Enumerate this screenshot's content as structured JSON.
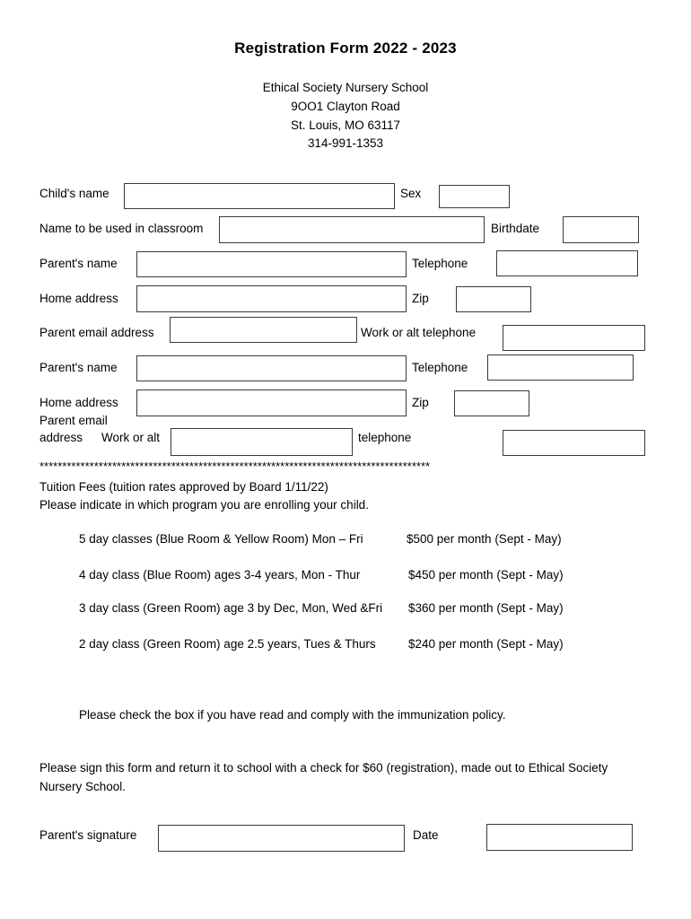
{
  "document": {
    "title": "Registration Form 2022 - 2023",
    "organization": {
      "name": "Ethical Society Nursery School",
      "street": "9OO1 Clayton Road",
      "city_state_zip": "St. Louis, MO 63117",
      "phone": "314-991-1353"
    }
  },
  "fields": {
    "child_name_label": "Child's name",
    "sex_label": "Sex",
    "classroom_name_label": "Name to be used in classroom",
    "birthdate_label": "Birthdate",
    "parent1_name_label": "Parent's name",
    "parent1_telephone_label": "Telephone",
    "parent1_home_address_label": "Home address",
    "parent1_zip_label": "Zip",
    "parent1_email_label": "Parent email address",
    "parent1_work_phone_label": "Work or alt telephone",
    "parent2_name_label": "Parent's name",
    "parent2_telephone_label": "Telephone",
    "parent2_home_address_label": "Home address",
    "parent2_zip_label": "Zip",
    "parent2_email_label_line1": "Parent email",
    "parent2_email_label_line2": "address",
    "parent2_work_label": "Work or alt",
    "parent2_telephone_label2": "telephone",
    "signature_label": "Parent's signature",
    "date_label": "Date"
  },
  "values": {
    "child_name": "",
    "sex": "",
    "classroom_name": "",
    "birthdate": "",
    "parent1_name": "",
    "parent1_telephone": "",
    "parent1_home_address": "",
    "parent1_zip": "",
    "parent1_email": "",
    "parent1_work_phone": "",
    "parent2_name": "",
    "parent2_telephone": "",
    "parent2_home_address": "",
    "parent2_zip": "",
    "parent2_work_alt": "",
    "parent2_work_phone": "",
    "signature": "",
    "date": ""
  },
  "divider": "**************************************************************************************",
  "tuition": {
    "heading": "Tuition Fees (tuition rates approved by Board 1/11/22)",
    "instruction": "Please indicate in which program you are enrolling your child.",
    "options": [
      {
        "description": "5 day classes (Blue Room & Yellow Room) Mon – Fri",
        "price": "$500 per month (Sept - May)"
      },
      {
        "description": "4 day class (Blue Room) ages 3-4 years, Mon - Thur",
        "price": "$450 per month (Sept - May)"
      },
      {
        "description": "3 day class (Green Room) age 3 by Dec, Mon, Wed &Fri",
        "price": "$360 per month (Sept - May)"
      },
      {
        "description": "2 day class (Green Room) age 2.5 years, Tues & Thurs",
        "price": "$240 per month (Sept - May)"
      }
    ]
  },
  "immunization": {
    "text": "Please check the box if you have read and comply with the immunization policy."
  },
  "closing": {
    "text": "Please sign this form and return it to school with a check for $60 (registration), made out to Ethical Society Nursery School."
  }
}
